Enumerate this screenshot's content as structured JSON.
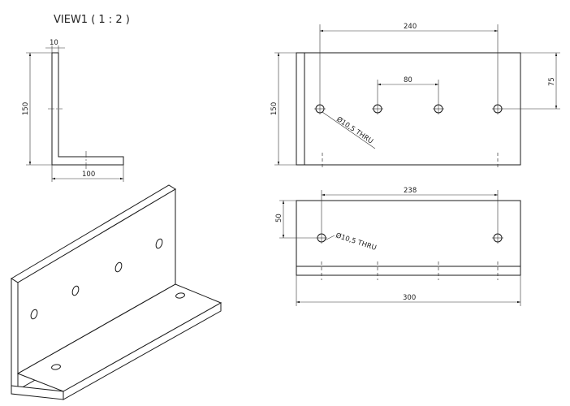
{
  "view_title": "VIEW1 ( 1 : 2 )",
  "side_view": {
    "thickness": "10",
    "height": "150",
    "width": "100"
  },
  "front_view": {
    "hole_spacing_outer": "240",
    "hole_spacing_inner": "80",
    "height": "150",
    "hole_offset": "75",
    "hole_callout": "Ø10,5 THRU"
  },
  "top_view": {
    "hole_spacing": "238",
    "hole_offset": "50",
    "length": "300",
    "hole_callout": "Ø10,5 THRU"
  }
}
